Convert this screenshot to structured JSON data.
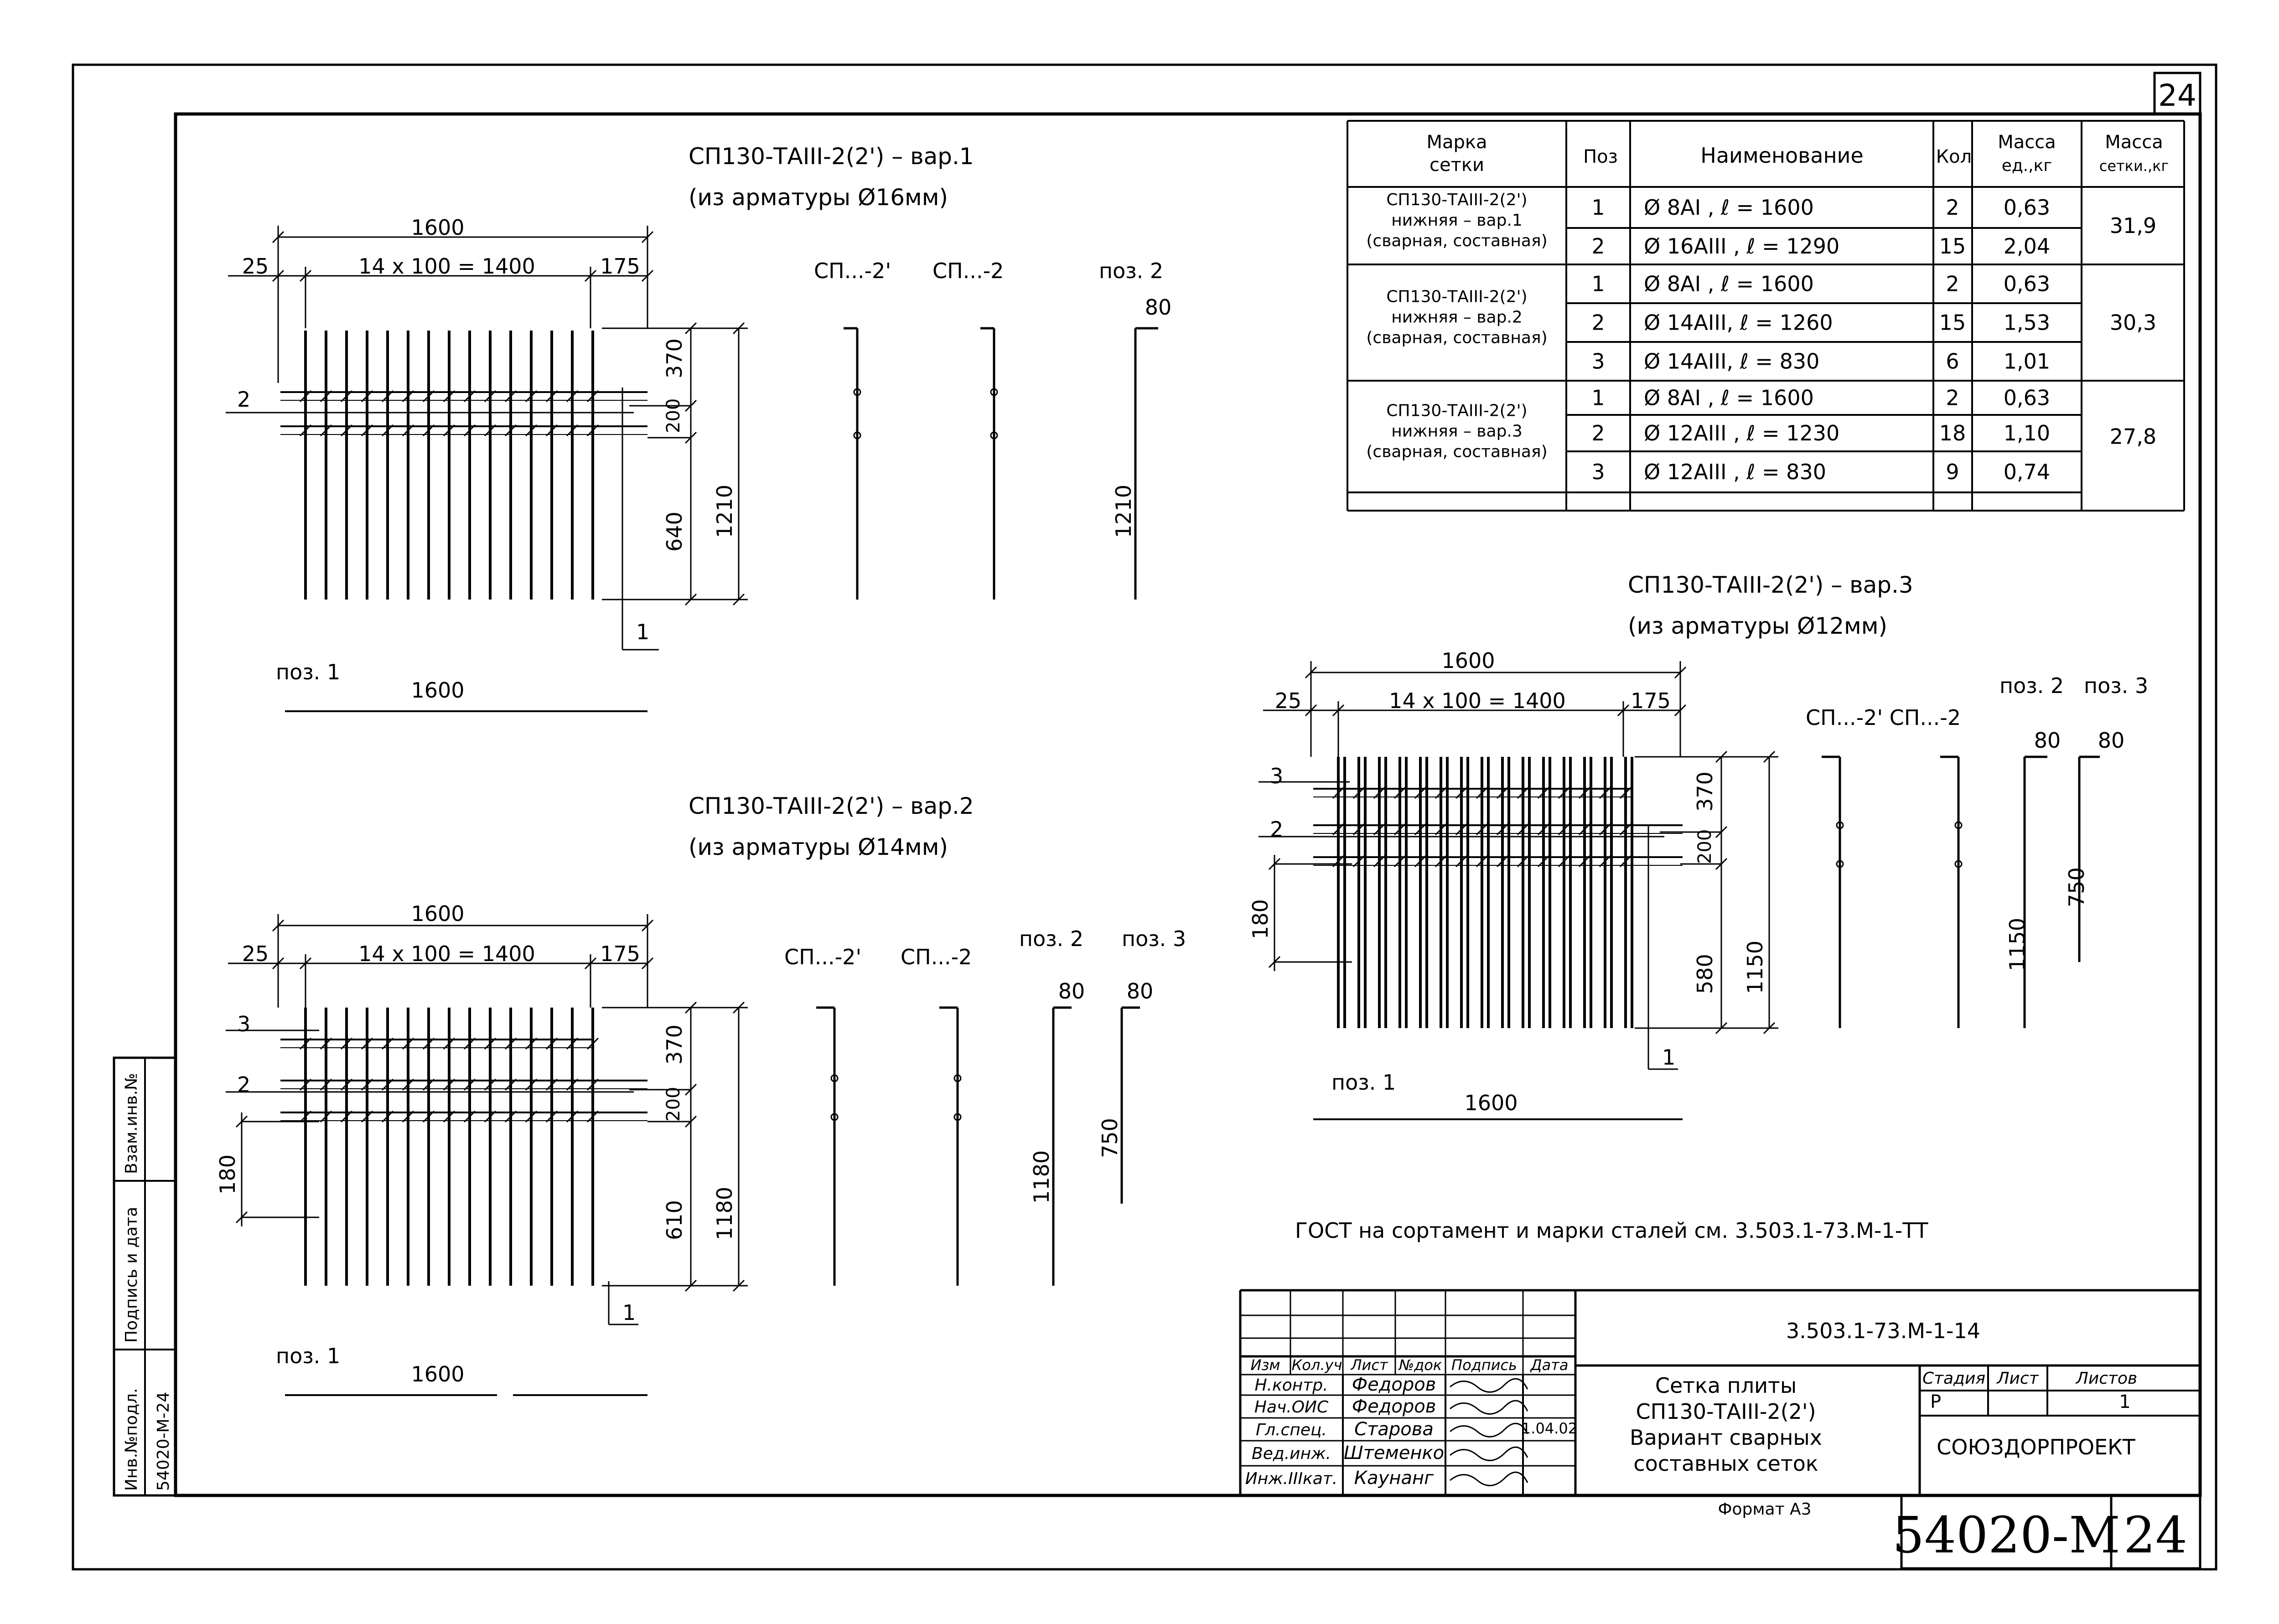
{
  "sheet": {
    "number": "24",
    "code": "54020-M",
    "sheet_no": "24",
    "format_label": "Формат А3",
    "gost_note": "ГОСТ на сортамент и марки сталей см. 3.503.1-73.М-1-ТТ"
  },
  "side": {
    "inv_label": "Инв.№подл.",
    "inv_value": "54020-М-24",
    "sign_label": "Подпись и дата",
    "vzam_label": "Взам.инв.№"
  },
  "var1": {
    "title": "СП130-ТАIII-2(2') – вар.1",
    "subtitle": "(из арматуры Ø16мм)"
  },
  "var2": {
    "title": "СП130-ТАIII-2(2') – вар.2",
    "subtitle": "(из арматуры Ø14мм)"
  },
  "var3": {
    "title": "СП130-ТАIII-2(2') – вар.3",
    "subtitle": "(из арматуры Ø12мм)"
  },
  "labels": {
    "sp2p": "СП...-2'",
    "sp2": "СП...-2",
    "sp2pair": "СП...-2' СП...-2",
    "poz1": "поз. 1",
    "poz2": "поз. 2",
    "poz3": "поз. 3",
    "poz23": "поз. 2   поз. 3"
  },
  "dims": {
    "len1600": "1600",
    "spacing": "14 x 100 = 1400",
    "d25": "25",
    "d175": "175",
    "d370": "370",
    "d200": "200",
    "d180": "180",
    "d80": "80",
    "v1_lower": "640",
    "v1_total": "1210",
    "v2_lower": "610",
    "v2_total": "1180",
    "v2_poz3": "750",
    "v3_lower": "580",
    "v3_total": "1150",
    "v3_poz3": "750",
    "m1": "1",
    "m2": "2",
    "m3": "3"
  },
  "spec_table": {
    "headers": [
      "Марка сетки",
      "Поз",
      "Наименование",
      "Кол",
      "Масса ед.,кг",
      "Масса сетки.,кг"
    ],
    "groups": [
      {
        "mark": [
          "СП130-ТАIII-2(2')",
          "нижняя – вар.1",
          "(сварная, составная)"
        ],
        "total": "31,9",
        "rows": [
          {
            "pos": "1",
            "name": "Ø 8AI , ℓ = 1600",
            "qty": "2",
            "mass": "0,63"
          },
          {
            "pos": "2",
            "name": "Ø 16AIII , ℓ = 1290",
            "qty": "15",
            "mass": "2,04"
          }
        ]
      },
      {
        "mark": [
          "СП130-ТАIII-2(2')",
          "нижняя – вар.2",
          "(сварная, составная)"
        ],
        "total": "30,3",
        "rows": [
          {
            "pos": "1",
            "name": "Ø 8AI , ℓ = 1600",
            "qty": "2",
            "mass": "0,63"
          },
          {
            "pos": "2",
            "name": "Ø 14AIII, ℓ = 1260",
            "qty": "15",
            "mass": "1,53"
          },
          {
            "pos": "3",
            "name": "Ø 14AIII, ℓ = 830",
            "qty": "6",
            "mass": "1,01"
          }
        ]
      },
      {
        "mark": [
          "СП130-ТАIII-2(2')",
          "нижняя – вар.3",
          "(сварная, составная)"
        ],
        "total": "27,8",
        "rows": [
          {
            "pos": "1",
            "name": "Ø 8AI , ℓ = 1600",
            "qty": "2",
            "mass": "0,63"
          },
          {
            "pos": "2",
            "name": "Ø 12AIII , ℓ = 1230",
            "qty": "18",
            "mass": "1,10"
          },
          {
            "pos": "3",
            "name": "Ø 12AIII , ℓ = 830",
            "qty": "9",
            "mass": "0,74"
          }
        ]
      }
    ]
  },
  "title_block": {
    "doc_code": "3.503.1-73.М-1-14",
    "col_headers": [
      "Изм",
      "Кол.уч",
      "Лист",
      "№док",
      "Подпись",
      "Дата"
    ],
    "people": [
      {
        "role": "Н.контр.",
        "name": "Федоров",
        "date": ""
      },
      {
        "role": "Нач.ОИС",
        "name": "Федоров",
        "date": ""
      },
      {
        "role": "Гл.спец.",
        "name": "Старова",
        "date": "1.04.02"
      },
      {
        "role": "Вед.инж.",
        "name": "Штеменко",
        "date": ""
      },
      {
        "role": "Инж.IIIкат.",
        "name": "Каунанг",
        "date": ""
      }
    ],
    "description": [
      "Сетка плиты",
      "СП130-ТАIII-2(2')",
      "Вариант сварных",
      "составных сеток"
    ],
    "stage_label": "Стадия",
    "stage": "Р",
    "sheet_label": "Лист",
    "sheets_label": "Листов",
    "sheets": "1",
    "org": "СОЮЗДОРПРОЕКТ"
  }
}
